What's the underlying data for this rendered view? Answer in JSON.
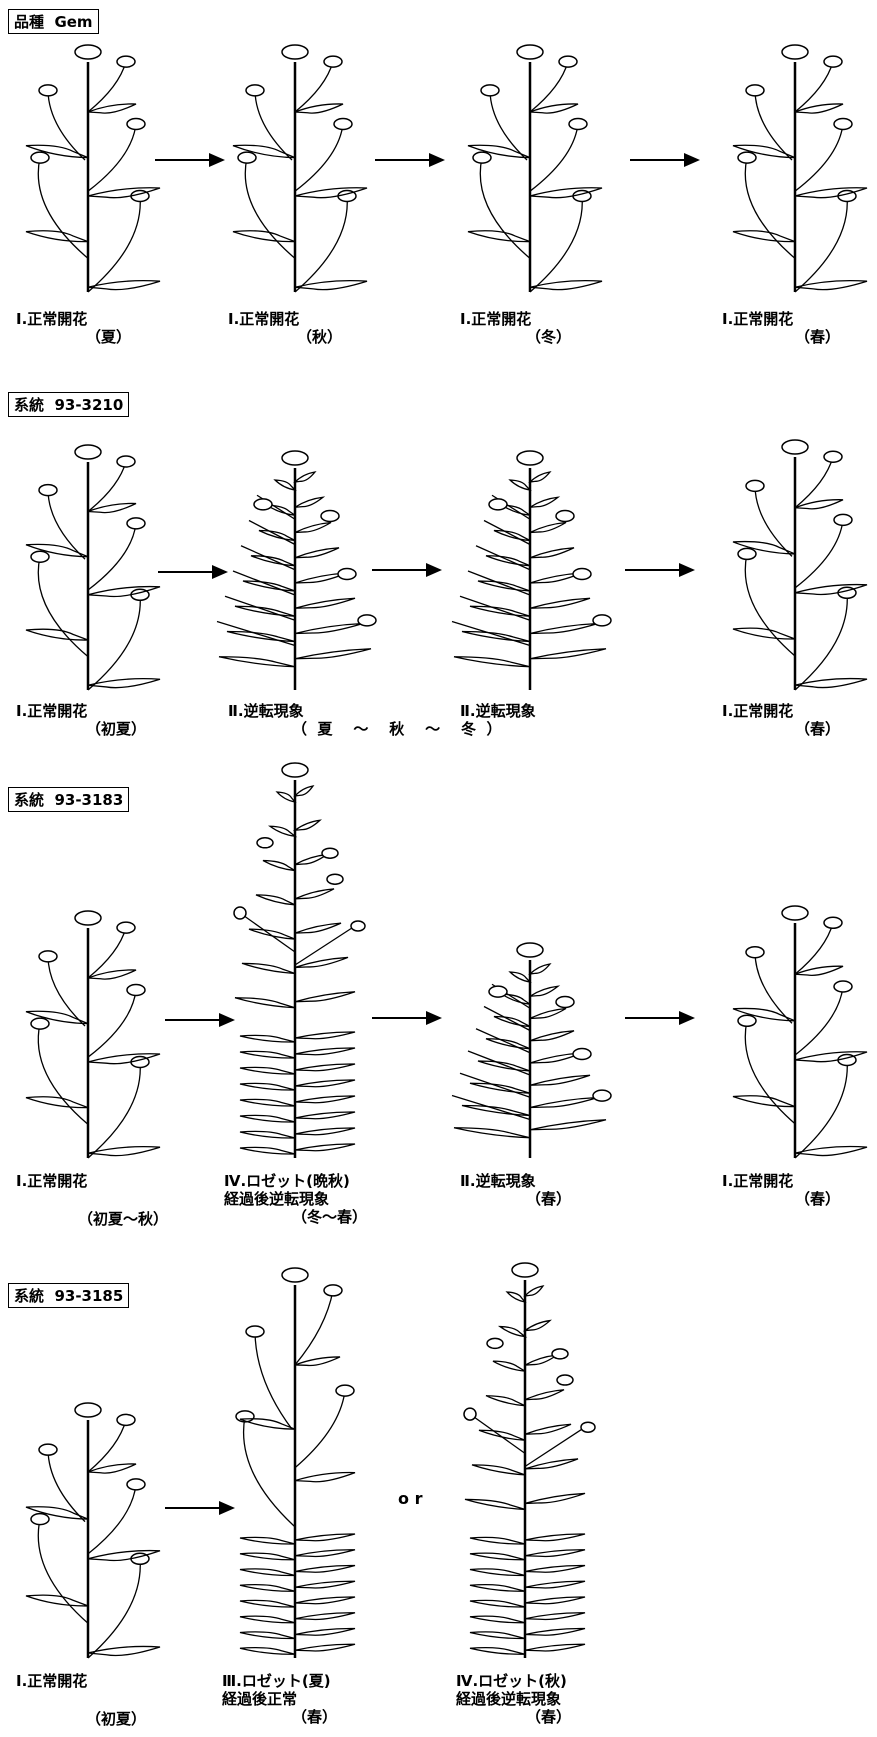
{
  "sections": [
    {
      "header": "品種  Gem",
      "stages": [
        {
          "name": "Ⅰ.正常開花",
          "season": "（夏）"
        },
        {
          "name": "Ⅰ.正常開花",
          "season": "（秋）"
        },
        {
          "name": "Ⅰ.正常開花",
          "season": "（冬）"
        },
        {
          "name": "Ⅰ.正常開花",
          "season": "（春）"
        }
      ]
    },
    {
      "header": "系統  93-3210",
      "stages": [
        {
          "name": "Ⅰ.正常開花",
          "season": "（初夏）"
        },
        {
          "name": "Ⅱ.逆転現象",
          "season": "（  夏    ～    秋    ～    冬  ）"
        },
        {
          "name": "Ⅱ.逆転現象",
          "season": ""
        },
        {
          "name": "Ⅰ.正常開花",
          "season": "（春）"
        }
      ]
    },
    {
      "header": "系統  93-3183",
      "stages": [
        {
          "name": "Ⅰ.正常開花",
          "season": "（初夏～秋）"
        },
        {
          "name": "Ⅳ.ロゼット(晩秋)\n経過後逆転現象",
          "season": "（冬～春）"
        },
        {
          "name": "Ⅱ.逆転現象",
          "season": "（春）"
        },
        {
          "name": "Ⅰ.正常開花",
          "season": "（春）"
        }
      ]
    },
    {
      "header": "系統  93-3185",
      "stages": [
        {
          "name": "Ⅰ.正常開花",
          "season": "（初夏）"
        },
        {
          "name": "Ⅲ.ロゼット(夏)\n経過後正常",
          "season": "（春）"
        },
        {
          "name": "Ⅳ.ロゼット(秋)\n経過後逆転現象",
          "season": "（春）"
        }
      ],
      "connector": "o r"
    }
  ]
}
